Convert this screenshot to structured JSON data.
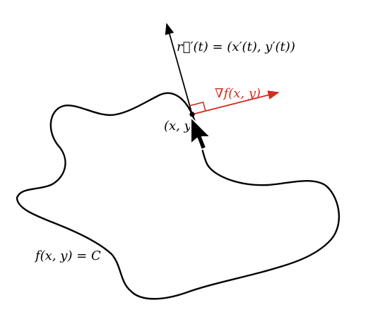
{
  "labels": {
    "tangent": "r⃗′(t) = (x′(t), y′(t))",
    "gradient": "∇f(x, y)",
    "point": "(x, y)",
    "curve": "f(x, y) = C"
  },
  "colors": {
    "curve": "#000000",
    "tangent": "#000000",
    "gradient": "#d62b1f",
    "right_angle": "#d62b1f",
    "point": "#000000",
    "cursor_fill": "#000000",
    "cursor_stroke": "#ffffff"
  },
  "icons": {
    "cursor": "mouse-pointer-arrow-icon"
  }
}
